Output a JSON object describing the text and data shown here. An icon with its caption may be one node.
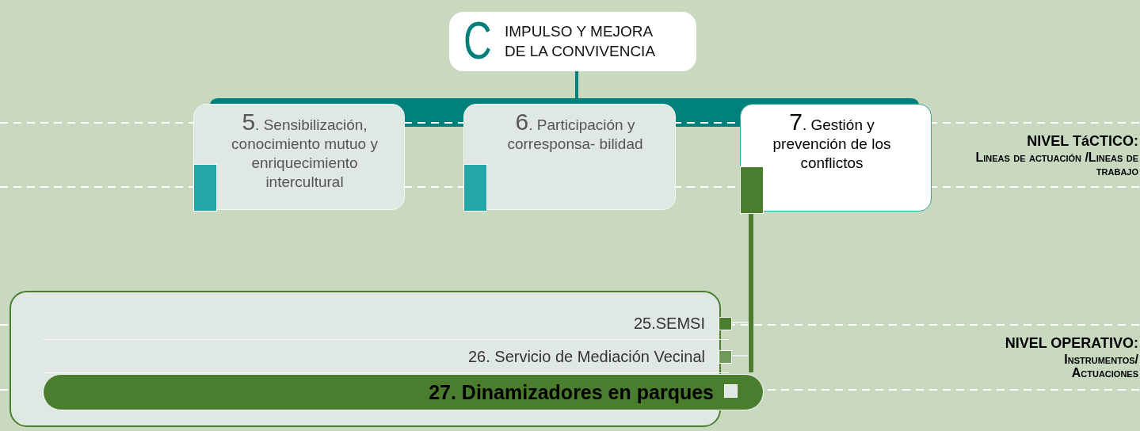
{
  "diagram": {
    "nodes": [
      {
        "text": [
          "C",
          "IMPULSO Y MEJORA DE LA CONVIVENCIA"
        ]
      },
      {
        "text": [
          "**5**. Sensibilización, conocimiento mutuo y enriquecimiento intercultural"
        ]
      },
      {
        "text": [
          "**6**. Participación y corresponsa- bilidad"
        ]
      },
      {
        "text": [
          "**7**. Gestión y prevención de los conflictos"
        ]
      },
      {
        "text": [],
        "shape": "box"
      },
      {
        "text": [
          "25.SEMSI"
        ],
        "in": 4
      },
      {
        "text": [
          "26. Servicio de Mediación Vecinal"
        ],
        "in": 4
      },
      {
        "text": [
          "27. Dinamizadores en parques"
        ],
        "in": 4
      }
    ],
    "edges": [
      {
        "from": 0,
        "to": 1,
        "arrow": "none"
      },
      {
        "from": 0,
        "to": 2,
        "arrow": "none"
      },
      {
        "from": 0,
        "to": 3,
        "arrow": "none"
      },
      {
        "from": 3,
        "to": 7,
        "arrow": "none",
        "style": "thick",
        "color": "#4a7d2e"
      },
      {
        "from": 5,
        "to": 7,
        "arrow": "none",
        "color": "#e8efe9"
      },
      {
        "from": 6,
        "to": 7,
        "arrow": "none",
        "color": "#e8efe9"
      }
    ],
    "labels": [
      "NIVEL TáCTICO:",
      "Lineas de actuación /Lineas de trabajo",
      "NIVEL OPERATIVO:",
      "Instrumentos/ Actuaciones"
    ]
  }
}
